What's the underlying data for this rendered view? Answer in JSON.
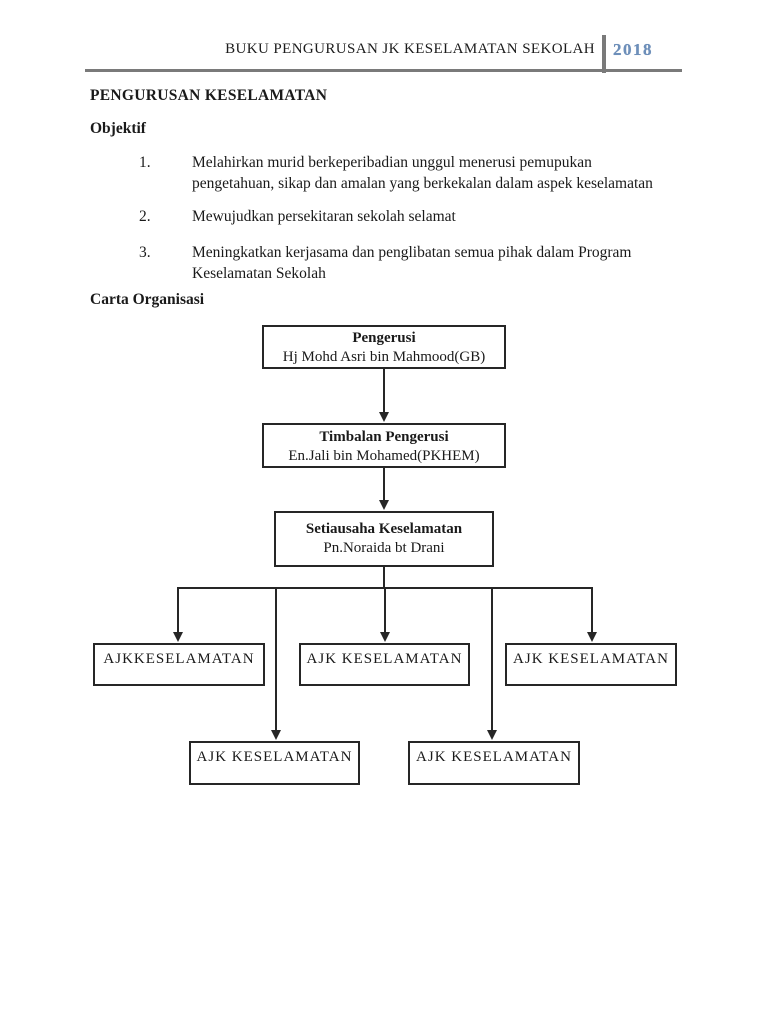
{
  "page": {
    "header": {
      "title": "BUKU PENGURUSAN JK KESELAMATAN SEKOLAH",
      "year": "2018"
    },
    "section_title": "PENGURUSAN KESELAMATAN",
    "objectives": {
      "heading": "Objektif",
      "items": [
        {
          "num": "1.",
          "text": "Melahirkan murid berkeperibadian unggul menerusi pemupukan pengetahuan, sikap dan amalan yang berkekalan dalam aspek keselamatan"
        },
        {
          "num": "2.",
          "text": "Mewujudkan persekitaran sekolah selamat"
        },
        {
          "num": "3.",
          "text": "Meningkatkan kerjasama dan penglibatan semua pihak dalam Program Keselamatan Sekolah"
        }
      ]
    },
    "chart_heading": "Carta Organisasi",
    "org_chart": {
      "pengerusi": {
        "title": "Pengerusi",
        "name": "Hj Mohd Asri bin Mahmood(GB)"
      },
      "timbalan": {
        "title": "Timbalan Pengerusi",
        "name": "En.Jali bin Mohamed(PKHEM)"
      },
      "setiausaha": {
        "title": "Setiausaha Keselamatan",
        "name": "Pn.Noraida bt Drani"
      },
      "ajk": [
        "AJKKESELAMATAN",
        "AJK KESELAMATAN",
        "AJK KESELAMATAN",
        "AJK KESELAMATAN",
        "AJK KESELAMATAN"
      ]
    },
    "colors": {
      "accent_year": "#6d8fba",
      "rule_gray": "#7a7a7a",
      "line_black": "#262626"
    }
  }
}
